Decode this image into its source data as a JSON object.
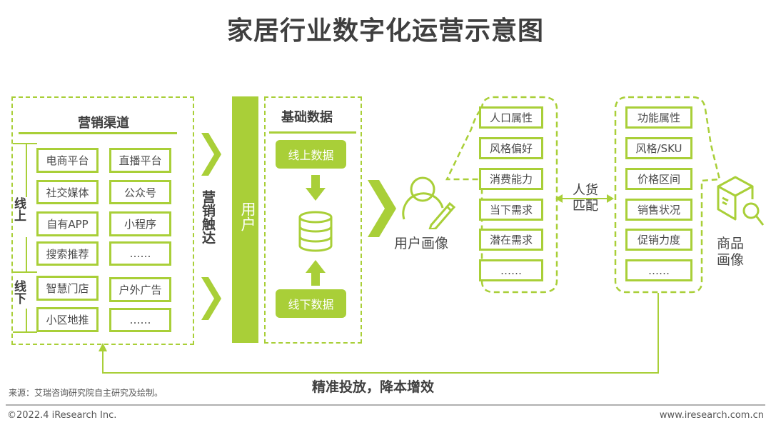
{
  "title": "家居行业数字化运营示意图",
  "channels": {
    "heading": "营销渠道",
    "online_label": "线上",
    "offline_label": "线下",
    "online_items": [
      "电商平台",
      "直播平台",
      "社交媒体",
      "公众号",
      "自有APP",
      "小程序",
      "搜索推荐",
      "……"
    ],
    "offline_items": [
      "智慧门店",
      "户外广告",
      "小区地推",
      "……"
    ]
  },
  "touch_label": "营销触达",
  "user_bar_label": "用户",
  "base_data": {
    "heading": "基础数据",
    "online": "线上数据",
    "offline": "线下数据"
  },
  "user_portrait": {
    "label": "用户画像",
    "items": [
      "人口属性",
      "风格偏好",
      "消费能力",
      "当下需求",
      "潜在需求",
      "……"
    ]
  },
  "match_label": "人货匹配",
  "product_portrait": {
    "label": "商品画像",
    "items": [
      "功能属性",
      "风格/SKU",
      "价格区间",
      "销售状况",
      "促销力度",
      "……"
    ]
  },
  "feedback_label": "精准投放，降本增效",
  "source": "来源：艾瑞咨询研究院自主研究及绘制。",
  "copyright": "©2022.4 iResearch Inc.",
  "website": "www.iresearch.com.cn",
  "colors": {
    "accent": "#a9cf38",
    "text": "#404040"
  }
}
